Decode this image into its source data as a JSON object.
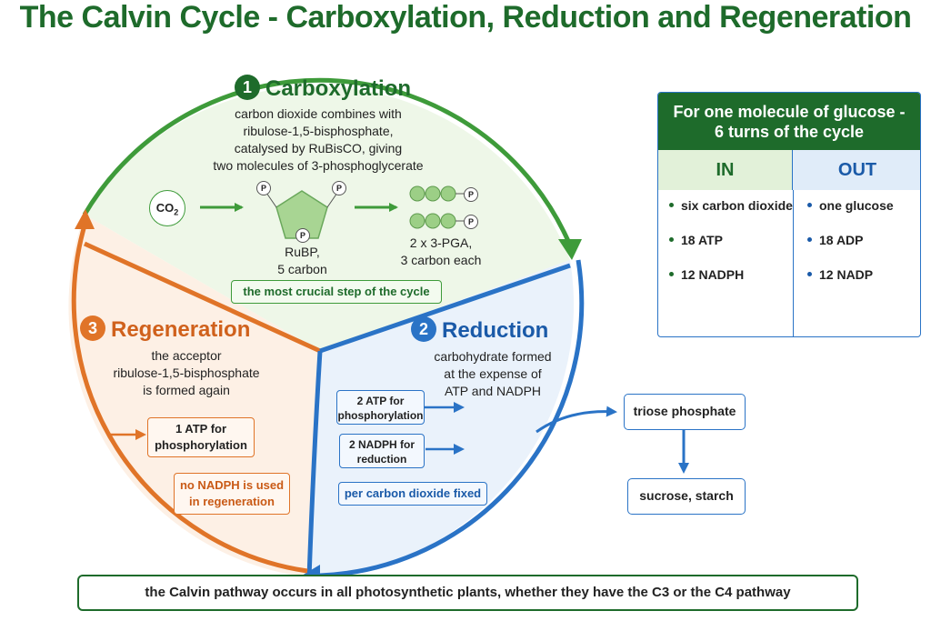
{
  "title": "The Calvin Cycle - Carboxylation, Reduction and Regeneration",
  "carboxylation": {
    "number": "1",
    "title": "Carboxylation",
    "description": [
      "carbon dioxide combines with",
      "ribulose-1,5-bisphosphate,",
      "catalysed by RuBisCO, giving",
      "two molecules of 3-phosphoglycerate"
    ],
    "co2_label": "CO",
    "co2_sub": "2",
    "phosphate_label": "P",
    "rubp_label": [
      "RuBP,",
      "5 carbon"
    ],
    "pga_label": [
      "2 x 3-PGA,",
      "3 carbon each"
    ],
    "note": "the most crucial step of the cycle"
  },
  "reduction": {
    "number": "2",
    "title": "Reduction",
    "description": [
      "carbohydrate formed",
      "at the expense of",
      "ATP and NADPH"
    ],
    "atp_box": [
      "2 ATP for",
      "phosphorylation"
    ],
    "nadph_box": [
      "2 NADPH for",
      "reduction"
    ],
    "note": "per carbon dioxide fixed"
  },
  "regeneration": {
    "number": "3",
    "title": "Regeneration",
    "description": [
      "the acceptor",
      "ribulose-1,5-bisphosphate",
      "is formed again"
    ],
    "atp_box": [
      "1 ATP for",
      "phosphorylation"
    ],
    "note": [
      "no NADPH is used",
      "in regeneration"
    ]
  },
  "outputs": {
    "triose": "triose phosphate",
    "sucrose": "sucrose, starch"
  },
  "table": {
    "heading": [
      "For one molecule of glucose -",
      "6 turns of the cycle"
    ],
    "in_header": "IN",
    "out_header": "OUT",
    "in_items": [
      "six carbon dioxide",
      "18 ATP",
      "12 NADPH"
    ],
    "out_items": [
      "one glucose",
      "18 ADP",
      "12 NADP"
    ]
  },
  "footer": "the Calvin pathway occurs in all photosynthetic plants, whether they have the C3 or the C4 pathway",
  "colors": {
    "green": "#3e9b3a",
    "dark_green": "#1e6b2b",
    "orange": "#e07428",
    "blue": "#2a73c6"
  }
}
